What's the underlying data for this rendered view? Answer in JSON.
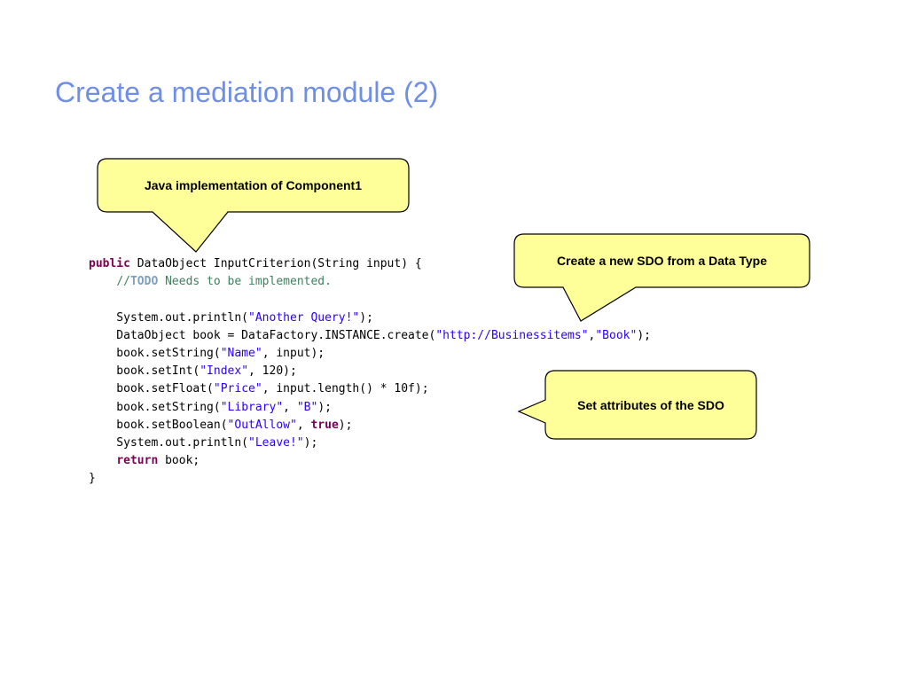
{
  "slide": {
    "title": "Create a mediation module (2)"
  },
  "callouts": {
    "java_impl": "Java implementation of Component1",
    "create_sdo": "Create a new SDO from a Data Type",
    "set_attributes": "Set attributes of the SDO"
  },
  "code": {
    "l1_kw": "public",
    "l1_rest": " DataObject InputCriterion(String input) {",
    "l2_indent": "    ",
    "l2_slashes": "//",
    "l2_todo": "TODO",
    "l2_rest": " Needs to be implemented.",
    "l4_a": "    System.out.println(",
    "l4_s": "\"Another Query!\"",
    "l4_b": ");",
    "l5_a": "    DataObject book = DataFactory.INSTANCE.create(",
    "l5_s1": "\"http://Businessitems\"",
    "l5_b": ",",
    "l5_s2": "\"Book\"",
    "l5_c": ");",
    "l6_a": "    book.setString(",
    "l6_s": "\"Name\"",
    "l6_b": ", input);",
    "l7_a": "    book.setInt(",
    "l7_s": "\"Index\"",
    "l7_b": ", 120);",
    "l8_a": "    book.setFloat(",
    "l8_s": "\"Price\"",
    "l8_b": ", input.length() * 10f);",
    "l9_a": "    book.setString(",
    "l9_s1": "\"Library\"",
    "l9_b": ", ",
    "l9_s2": "\"B\"",
    "l9_c": ");",
    "l10_a": "    book.setBoolean(",
    "l10_s": "\"OutAllow\"",
    "l10_b": ", ",
    "l10_kw": "true",
    "l10_c": ");",
    "l11_a": "    System.out.println(",
    "l11_s": "\"Leave!\"",
    "l11_b": ");",
    "l12_indent": "    ",
    "l12_kw": "return",
    "l12_rest": " book;",
    "l13": "}"
  },
  "colors": {
    "title": "#6f8fe6",
    "callout_fill": "#ffff99",
    "keyword": "#7f0055",
    "string": "#2a00ff",
    "comment": "#3f7f5f"
  }
}
